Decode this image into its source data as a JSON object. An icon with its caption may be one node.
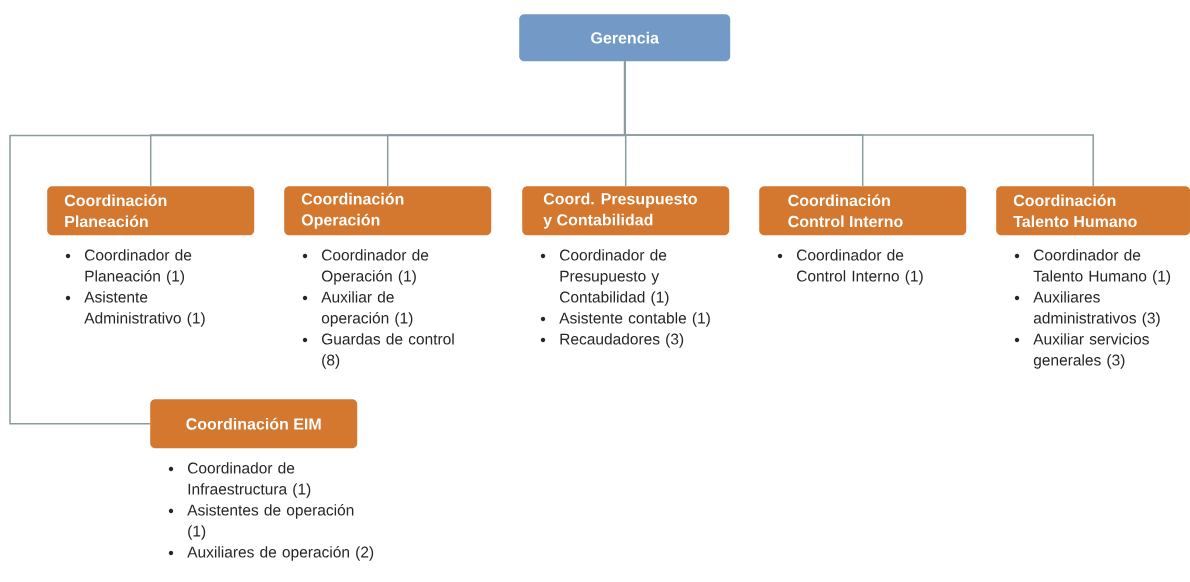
{
  "diagram": {
    "nodes": [
      {
        "text": [
          "Gerencia"
        ]
      },
      {
        "text": [
          "Coordinación Planeación"
        ],
        "beside": [
          "Coordinador de Planeación (1)",
          "Asistente Administrativo (1)"
        ]
      },
      {
        "text": [
          "Coordinación Operación"
        ],
        "beside": [
          "Coordinador de Operación (1)",
          "Auxiliar de operación (1)",
          "Guardas de control (8)"
        ]
      },
      {
        "text": [
          "Coord. Presupuesto y Contabilidad"
        ],
        "beside": [
          "Coordinador de Presupuesto y Contabilidad (1)",
          "Asistente contable (1)",
          "Recaudadores (3)"
        ]
      },
      {
        "text": [
          "Coordinación Control Interno"
        ],
        "beside": [
          "Coordinador de Control Interno (1)"
        ]
      },
      {
        "text": [
          "Coordinación Talento Humano"
        ],
        "beside": [
          "Coordinador de Talento Humano (1)",
          "Auxiliares administrativos (3)",
          "Auxiliar servicios generales (3)"
        ]
      },
      {
        "text": [
          "Coordinación EIM"
        ],
        "beside": [
          "Coordinador de Infraestructura (1)",
          "Asistentes de operación (1)",
          "Auxiliares de operación (2)"
        ]
      }
    ],
    "edges": [
      {
        "from": 0,
        "to": 1,
        "arrow": "none"
      },
      {
        "from": 0,
        "to": 2,
        "arrow": "none"
      },
      {
        "from": 0,
        "to": 3,
        "arrow": "none"
      },
      {
        "from": 0,
        "to": 4,
        "arrow": "none"
      },
      {
        "from": 0,
        "to": 5,
        "arrow": "none"
      },
      {
        "from": 0,
        "to": 6,
        "arrow": "none"
      }
    ]
  }
}
